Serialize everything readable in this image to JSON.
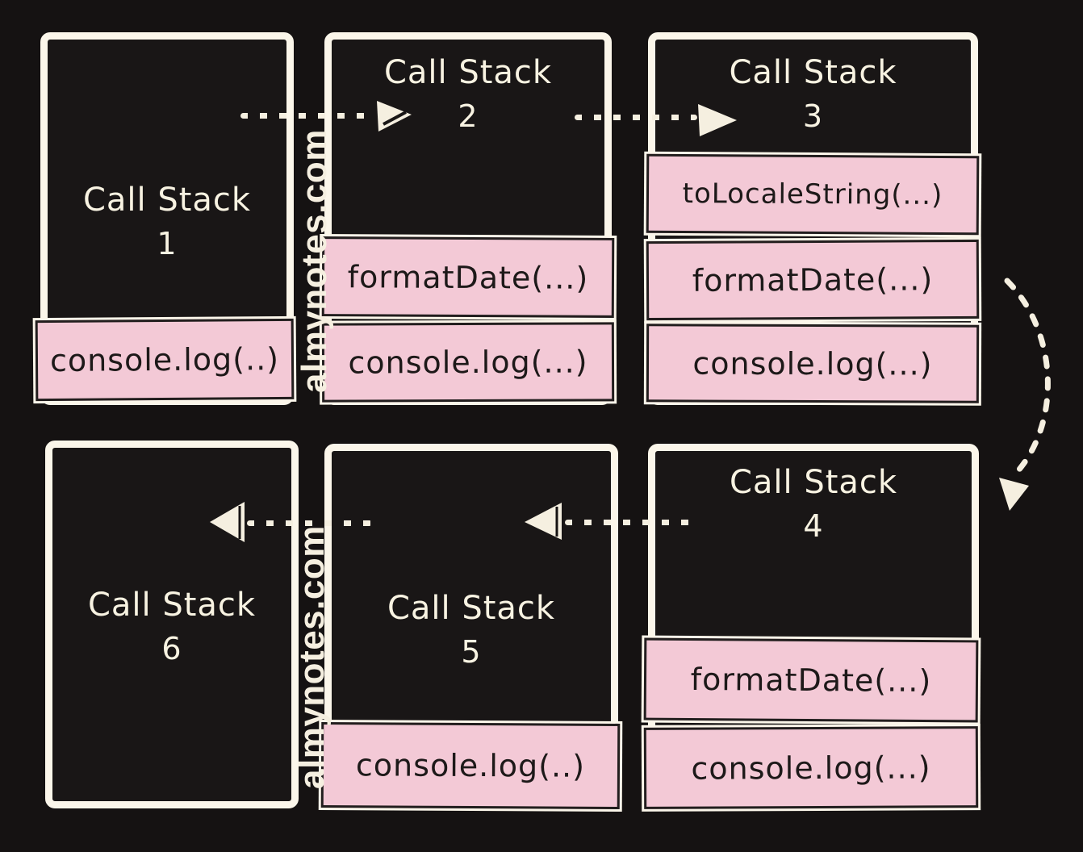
{
  "watermark": "almynotes.com",
  "colors": {
    "background": "#151212",
    "box_fill": "#191616",
    "box_border": "#fbf6ea",
    "frame_fill": "#f3c9d6",
    "frame_border": "#221e1e",
    "frame_text": "#1d1919",
    "light_text": "#f8f3e2",
    "arrow": "#f5efe0"
  },
  "stacks": [
    {
      "label": "Call Stack",
      "number": "1",
      "frames": [
        "console.log(..)"
      ]
    },
    {
      "label": "Call Stack",
      "number": "2",
      "frames": [
        "formatDate(...)",
        "console.log(...)"
      ]
    },
    {
      "label": "Call Stack",
      "number": "3",
      "frames": [
        "toLocaleString(...)",
        "formatDate(...)",
        "console.log(...)"
      ]
    },
    {
      "label": "Call Stack",
      "number": "4",
      "frames": [
        "formatDate(...)",
        "console.log(...)"
      ]
    },
    {
      "label": "Call Stack",
      "number": "5",
      "frames": [
        "console.log(..)"
      ]
    },
    {
      "label": "Call Stack",
      "number": "6",
      "frames": []
    }
  ],
  "arrows": [
    {
      "from": "1",
      "to": "2"
    },
    {
      "from": "2",
      "to": "3"
    },
    {
      "from": "3",
      "to": "4"
    },
    {
      "from": "4",
      "to": "5"
    },
    {
      "from": "5",
      "to": "6"
    }
  ]
}
